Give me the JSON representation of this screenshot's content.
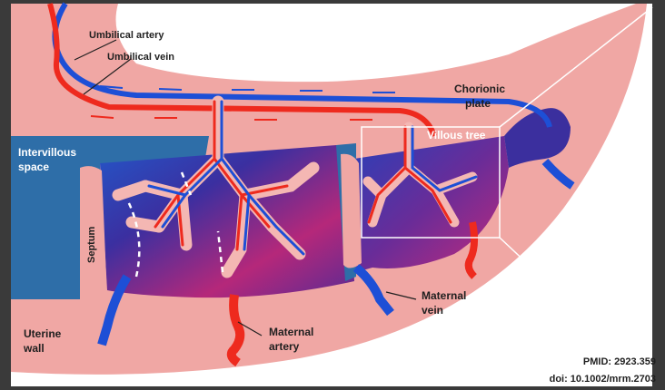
{
  "labels": {
    "umbilical_artery": "Umbilical artery",
    "umbilical_vein": "Umbilical vein",
    "chorionic_plate_1": "Chorionic",
    "chorionic_plate_2": "plate",
    "villous_tree": "Villous tree",
    "intervillous_space_1": "Intervillous",
    "intervillous_space_2": "space",
    "septum": "Septum",
    "uterine_wall_1": "Uterine",
    "uterine_wall_2": "wall",
    "maternal_artery_1": "Maternal",
    "maternal_artery_2": "artery",
    "maternal_vein_1": "Maternal",
    "maternal_vein_2": "vein"
  },
  "citation": {
    "pmid": "PMID: 2923.359",
    "doi": "doi: 10.1002/mrm.2703"
  },
  "colors": {
    "tissue": "#f0a7a4",
    "space_blue": "#2e6ea8",
    "fetal_artery": "#1d4fd6",
    "fetal_vein": "#ee2a1e",
    "maternal_blood_dark": "#5a1f86",
    "maternal_blood_mid": "#a52a82",
    "villi_fill": "#f4b7b3"
  }
}
